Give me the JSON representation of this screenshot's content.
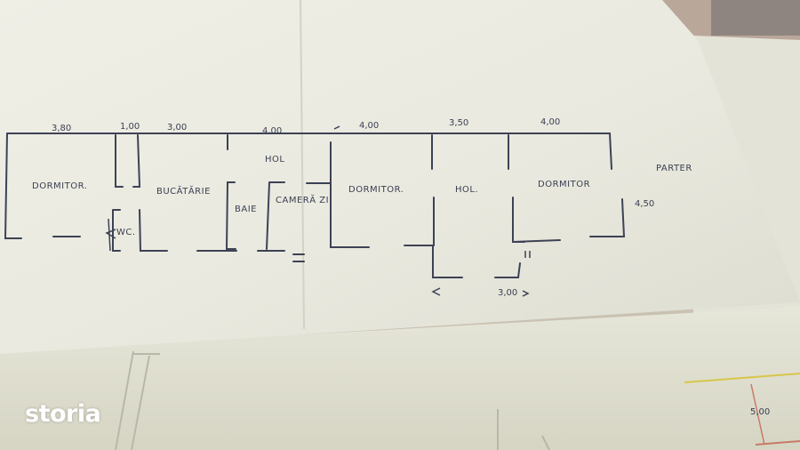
{
  "floor_plan": {
    "level_label": "PARTER",
    "dimensions_top": [
      "3,80",
      "1,00",
      "3,00",
      "4,00",
      "4,00",
      "3,50",
      "4,00"
    ],
    "dimension_right": "4,50",
    "dimension_bottom": "3,00",
    "rooms": [
      "DORMITOR.",
      "BUCĂTĂRIE",
      "BAIE",
      "CAMERĂ ZI",
      "HOL",
      "DORMITOR.",
      "HOL.",
      "DORMITOR",
      "WC."
    ],
    "underlay_dimension": "5,00"
  },
  "watermark": {
    "brand": "storia"
  }
}
